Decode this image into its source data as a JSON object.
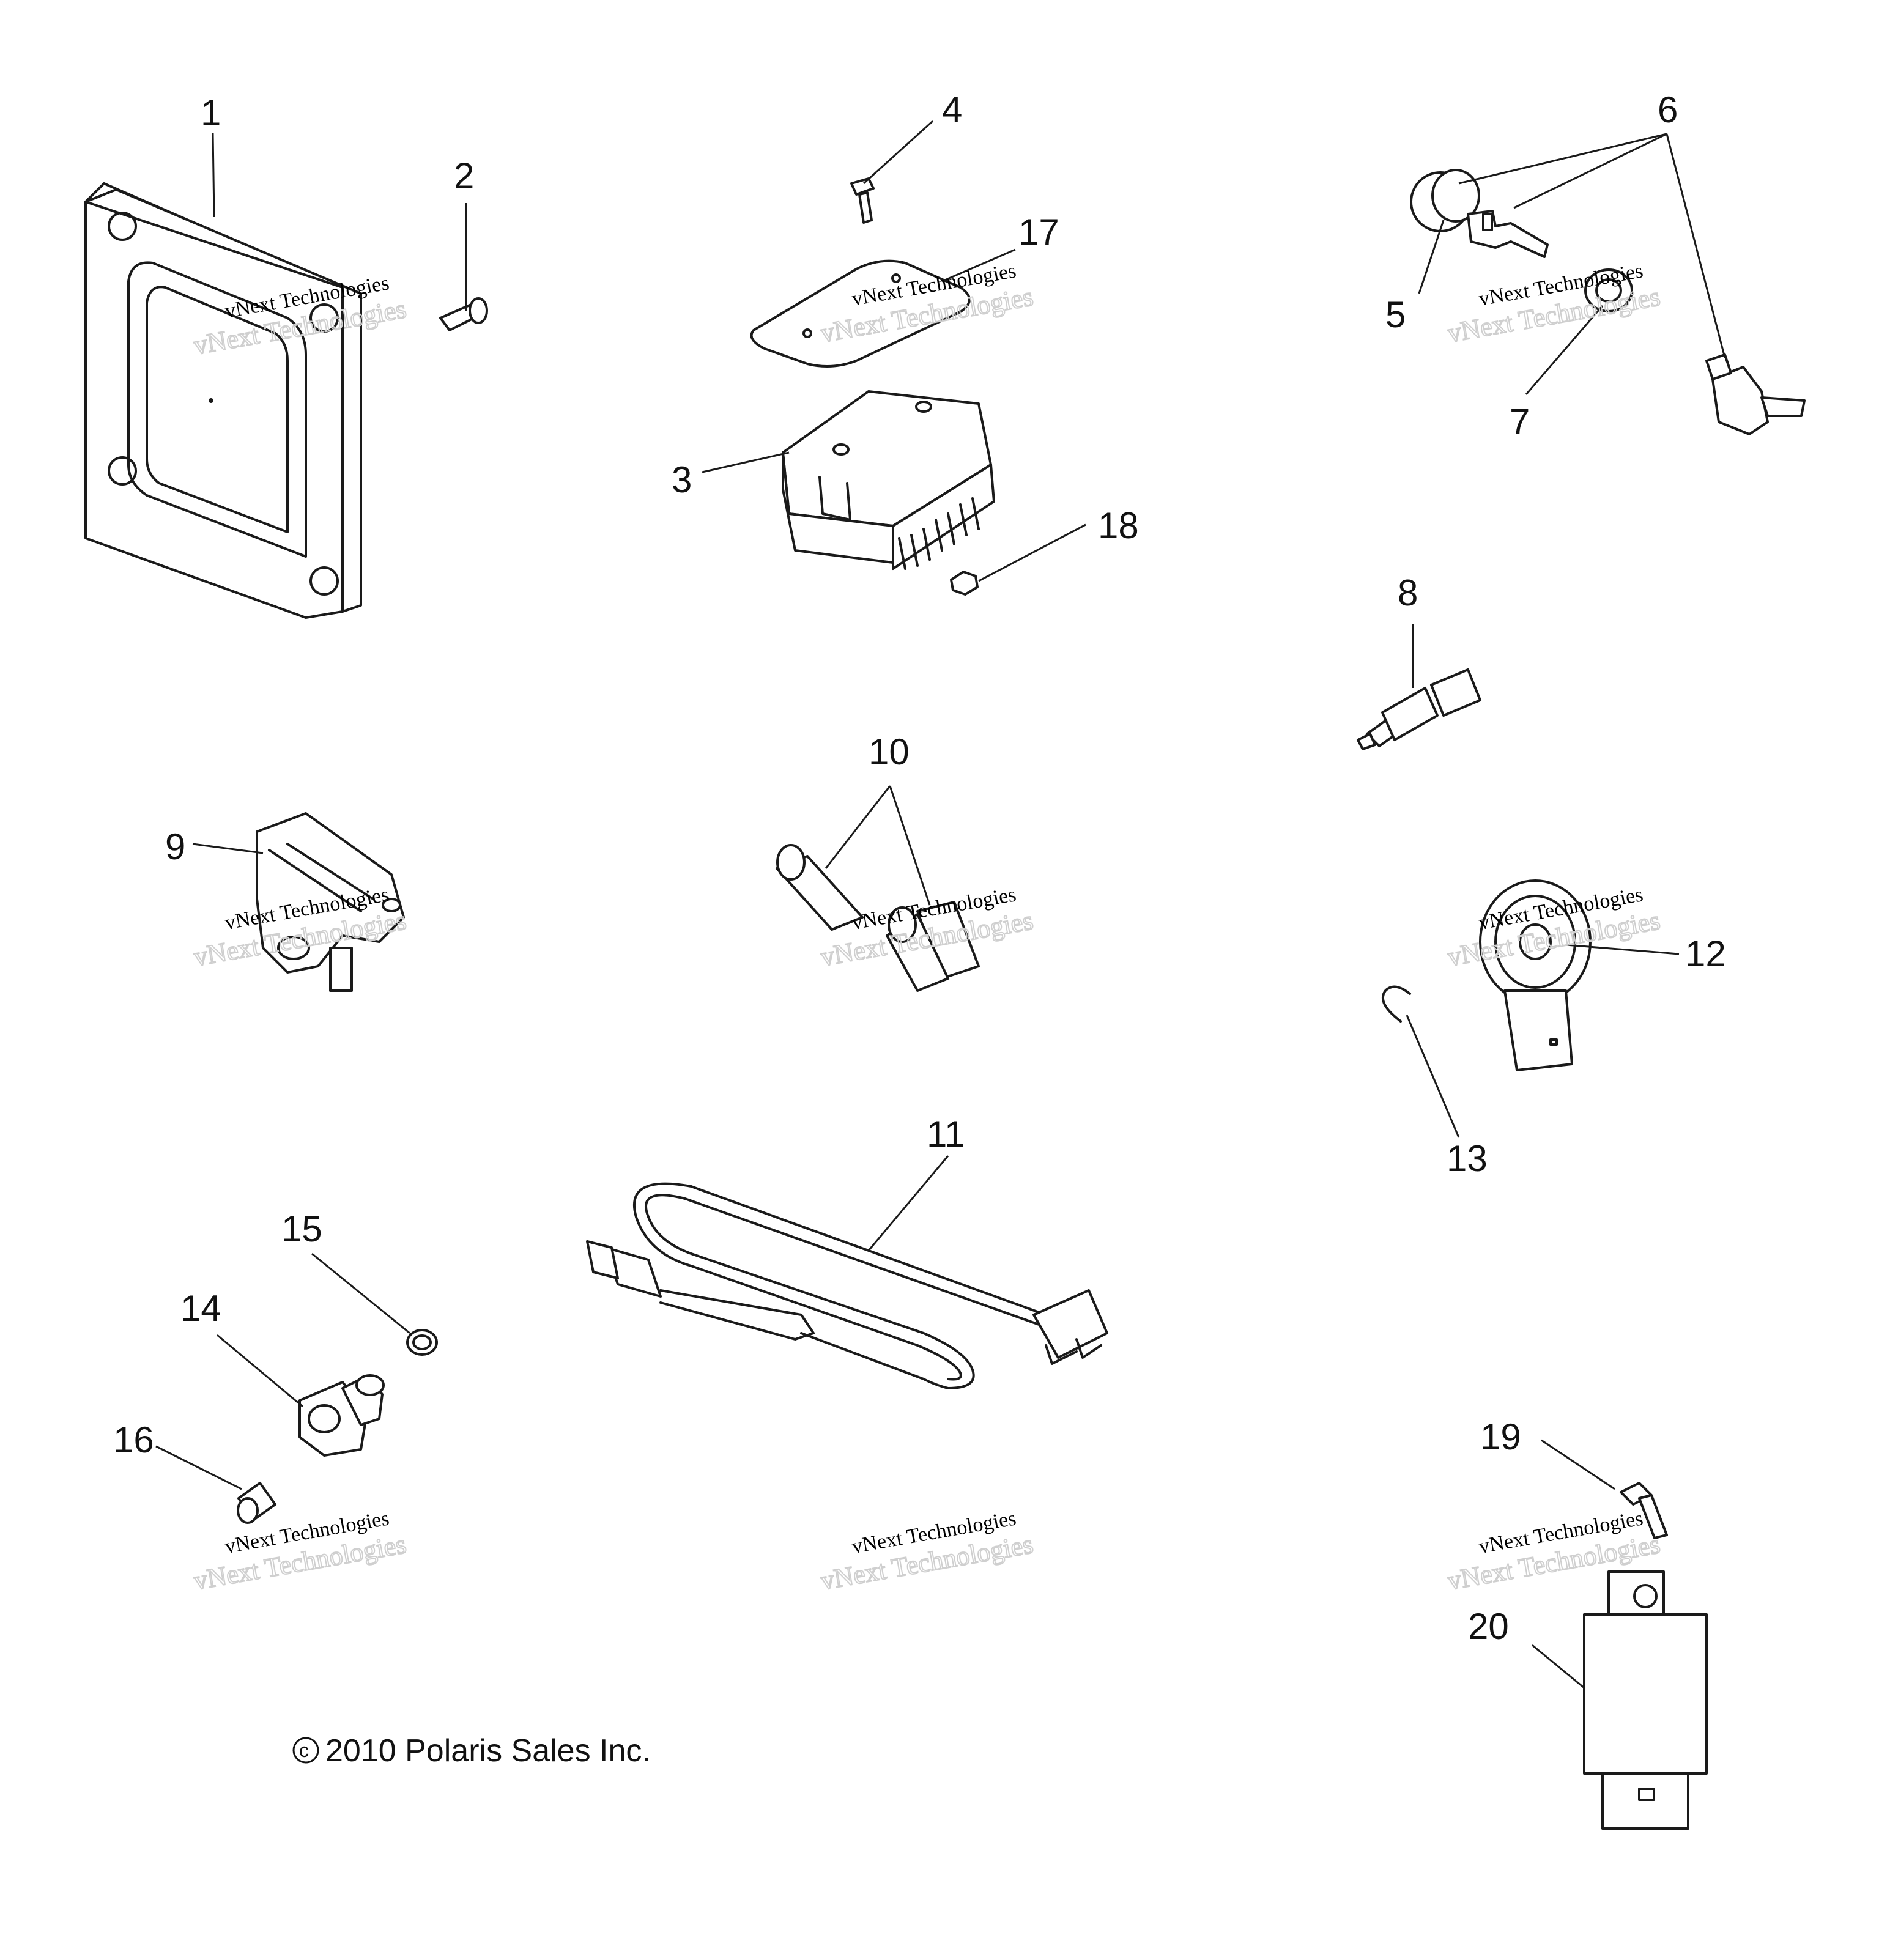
{
  "diagram": {
    "callouts": [
      {
        "id": "1",
        "label": "1"
      },
      {
        "id": "2",
        "label": "2"
      },
      {
        "id": "3",
        "label": "3"
      },
      {
        "id": "4",
        "label": "4"
      },
      {
        "id": "5",
        "label": "5"
      },
      {
        "id": "6",
        "label": "6"
      },
      {
        "id": "7",
        "label": "7"
      },
      {
        "id": "8",
        "label": "8"
      },
      {
        "id": "9",
        "label": "9"
      },
      {
        "id": "10",
        "label": "10"
      },
      {
        "id": "11",
        "label": "11"
      },
      {
        "id": "12",
        "label": "12"
      },
      {
        "id": "13",
        "label": "13"
      },
      {
        "id": "14",
        "label": "14"
      },
      {
        "id": "15",
        "label": "15"
      },
      {
        "id": "16",
        "label": "16"
      },
      {
        "id": "17",
        "label": "17"
      },
      {
        "id": "18",
        "label": "18"
      },
      {
        "id": "19",
        "label": "19"
      },
      {
        "id": "20",
        "label": "20"
      }
    ],
    "copyright_symbol": "c",
    "copyright_text": "2010 Polaris Sales Inc.",
    "watermark": {
      "line1": "vNext Technologies",
      "line2": "vNext Technologies"
    },
    "colors": {
      "ink": "#1a1a1a",
      "background": "#ffffff"
    }
  }
}
